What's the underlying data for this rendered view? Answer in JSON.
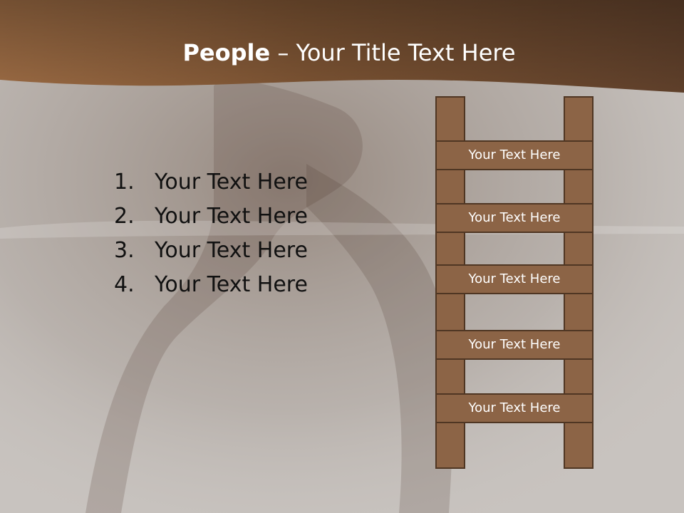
{
  "title": {
    "bold": "People",
    "rest": " – Your Title Text Here"
  },
  "list": [
    {
      "num": "1.",
      "text": "Your Text Here"
    },
    {
      "num": "2.",
      "text": "Your Text Here"
    },
    {
      "num": "3.",
      "text": "Your Text Here"
    },
    {
      "num": "4.",
      "text": "Your Text Here"
    }
  ],
  "ladder": {
    "rungs": [
      "Your Text Here",
      "Your Text Here",
      "Your Text Here",
      "Your Text Here",
      "Your Text Here"
    ]
  },
  "colors": {
    "header_brown": "#7a5232",
    "ladder_fill": "#8c6446",
    "ladder_stroke": "#4f3623",
    "background": "#c9c5c1"
  }
}
